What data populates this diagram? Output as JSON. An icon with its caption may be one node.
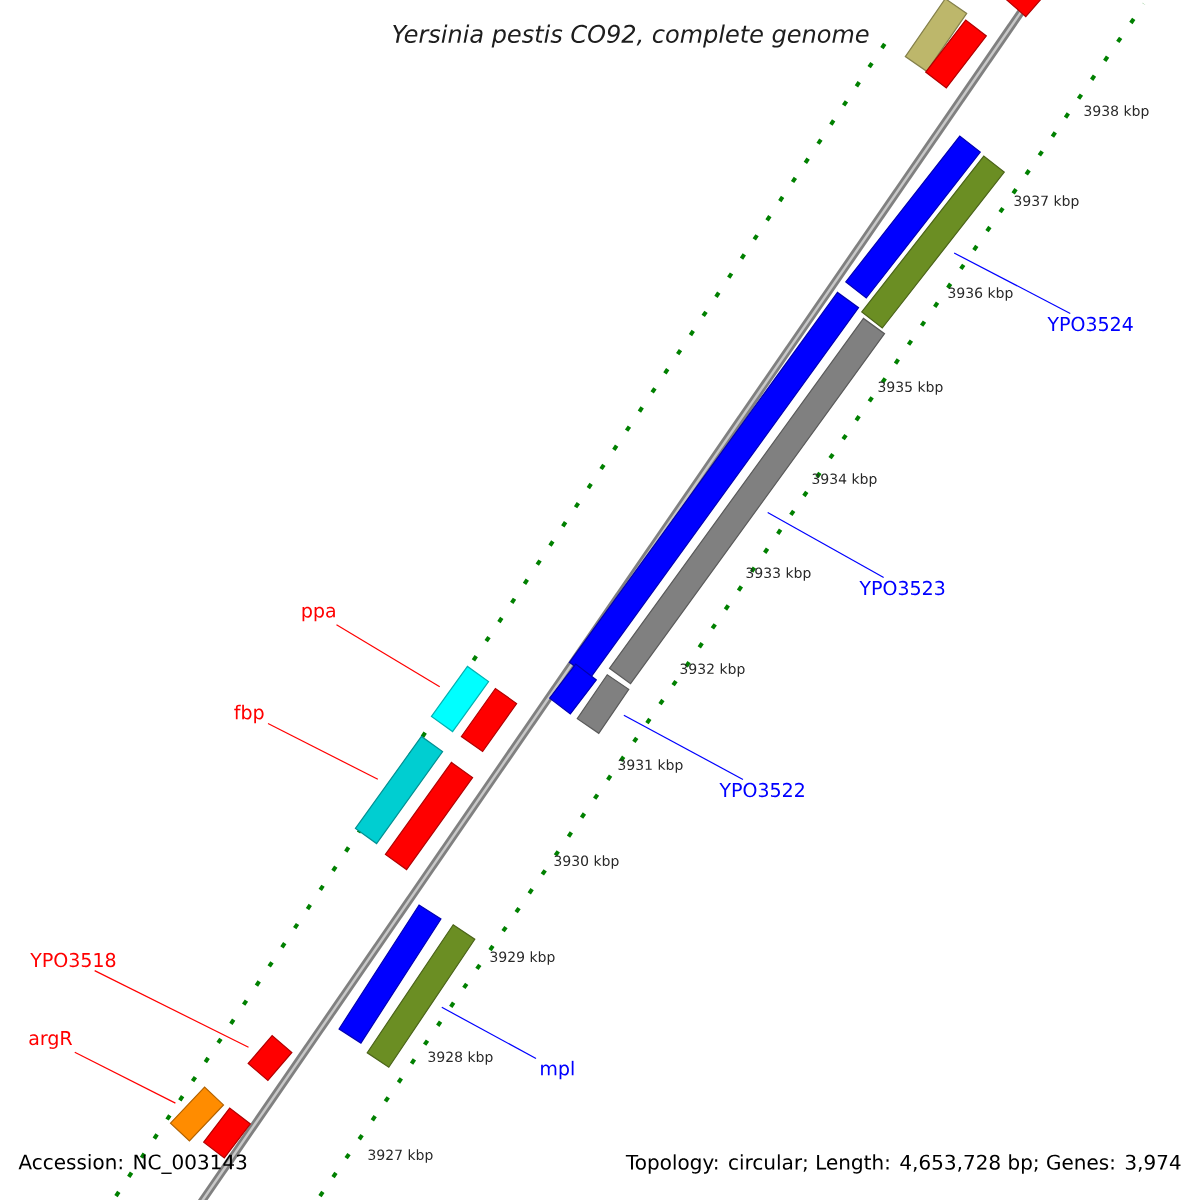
{
  "diagram": {
    "title": "Yersinia pestis CO92, complete genome",
    "nodes": [
      {
        "text": [
          "YPO3524"
        ]
      },
      {
        "text": [
          "ppa"
        ]
      },
      {
        "text": [
          "YPO3523"
        ]
      },
      {
        "text": [
          "fbp"
        ]
      },
      {
        "text": [
          "YPO3522"
        ]
      },
      {
        "text": [
          "YPO3518"
        ]
      },
      {
        "text": [
          "argR"
        ]
      },
      {
        "text": [
          "mpl"
        ]
      },
      {
        "text": [],
        "shape": "bar"
      },
      {
        "text": [],
        "shape": "bar"
      },
      {
        "text": [],
        "shape": "bar"
      },
      {
        "text": [],
        "shape": "bar"
      },
      {
        "text": [],
        "shape": "bar"
      },
      {
        "text": [],
        "shape": "bar"
      },
      {
        "text": [],
        "shape": "bar"
      },
      {
        "text": [],
        "shape": "bar"
      },
      {
        "text": [],
        "shape": "bar"
      },
      {
        "text": [],
        "shape": "bar"
      },
      {
        "text": [],
        "shape": "bar"
      },
      {
        "text": [],
        "shape": "bar"
      },
      {
        "text": [],
        "shape": "bar"
      },
      {
        "text": [],
        "shape": "bar"
      },
      {
        "text": [],
        "shape": "bar"
      },
      {
        "text": [],
        "shape": "bar"
      },
      {
        "text": [],
        "shape": "bar"
      },
      {
        "text": [],
        "shape": "bar"
      }
    ],
    "edges": [
      {
        "from": 0,
        "to": 12,
        "arrow": "none",
        "color": "#0000ff"
      },
      {
        "from": 1,
        "to": 17,
        "arrow": "none",
        "color": "#ff0000"
      },
      {
        "from": 2,
        "to": 14,
        "arrow": "none",
        "color": "#0000ff"
      },
      {
        "from": 3,
        "to": 19,
        "arrow": "none",
        "color": "#ff0000"
      },
      {
        "from": 4,
        "to": 16,
        "arrow": "none",
        "color": "#0000ff"
      },
      {
        "from": 5,
        "to": 23,
        "arrow": "none",
        "color": "#ff0000"
      },
      {
        "from": 6,
        "to": 24,
        "arrow": "none",
        "color": "#ff0000"
      },
      {
        "from": 7,
        "to": 22,
        "arrow": "none",
        "color": "#0000ff"
      }
    ],
    "labels": [
      "3938 kbp",
      "3937 kbp",
      "3936 kbp",
      "3935 kbp",
      "3934 kbp",
      "3933 kbp",
      "3932 kbp",
      "3931 kbp",
      "3930 kbp",
      "3929 kbp",
      "3928 kbp",
      "3927 kbp",
      "Accession: NC_003143",
      "Topology: circular; Length: 4,653,728 bp; Genes: 3,974"
    ]
  }
}
